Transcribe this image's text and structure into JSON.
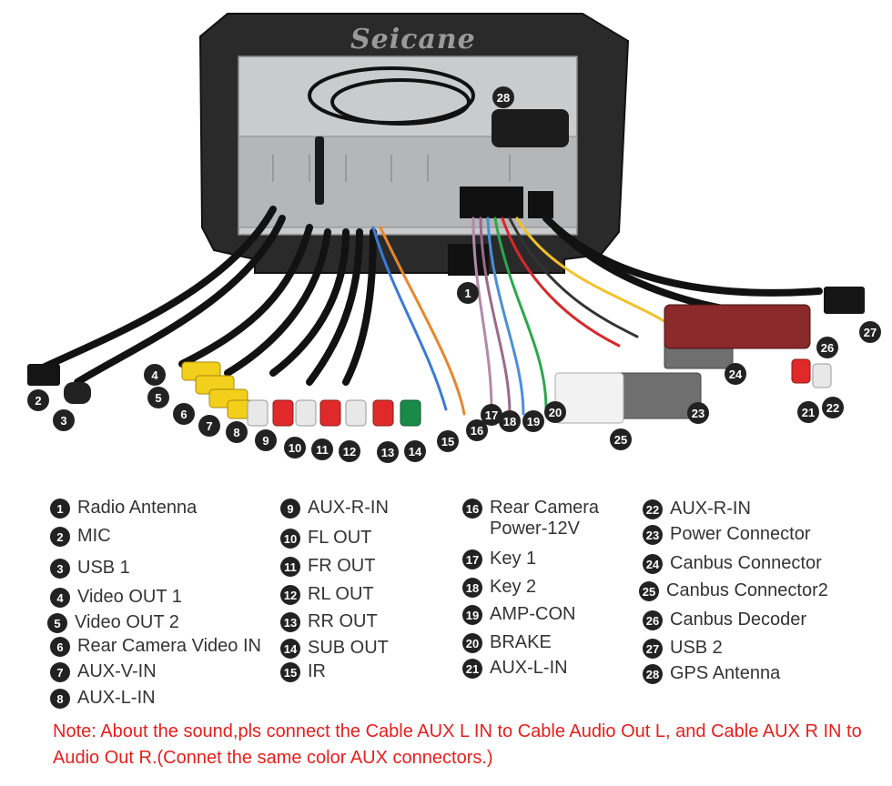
{
  "brand": "Seicane",
  "colors": {
    "note": "#e5201c",
    "marker": "#222222"
  },
  "legend": [
    {
      "num": "1",
      "label": "Radio Antenna"
    },
    {
      "num": "2",
      "label": "MIC"
    },
    {
      "num": "3",
      "label": "USB 1"
    },
    {
      "num": "4",
      "label": "Video OUT 1"
    },
    {
      "num": "5",
      "label": "Video OUT 2"
    },
    {
      "num": "6",
      "label": "Rear Camera Video IN"
    },
    {
      "num": "7",
      "label": "AUX-V-IN"
    },
    {
      "num": "8",
      "label": "AUX-L-IN"
    },
    {
      "num": "9",
      "label": "AUX-R-IN"
    },
    {
      "num": "10",
      "label": "FL OUT"
    },
    {
      "num": "11",
      "label": "FR OUT"
    },
    {
      "num": "12",
      "label": "RL OUT"
    },
    {
      "num": "13",
      "label": "RR OUT"
    },
    {
      "num": "14",
      "label": "SUB OUT"
    },
    {
      "num": "15",
      "label": "IR"
    },
    {
      "num": "16",
      "label": "Rear Camera\nPower-12V"
    },
    {
      "num": "17",
      "label": "Key 1"
    },
    {
      "num": "18",
      "label": "Key 2"
    },
    {
      "num": "19",
      "label": "AMP-CON"
    },
    {
      "num": "20",
      "label": "BRAKE"
    },
    {
      "num": "21",
      "label": "AUX-L-IN"
    },
    {
      "num": "22",
      "label": "AUX-R-IN"
    },
    {
      "num": "23",
      "label": "Power Connector"
    },
    {
      "num": "24",
      "label": "Canbus Connector"
    },
    {
      "num": "25",
      "label": "Canbus Connector2"
    },
    {
      "num": "26",
      "label": "Canbus Decoder"
    },
    {
      "num": "27",
      "label": "USB 2"
    },
    {
      "num": "28",
      "label": "GPS Antenna"
    }
  ],
  "note": "Note: About the sound,pls connect the Cable AUX L IN to Cable Audio Out L, and Cable AUX R IN to  Audio Out R.(Connet the same color AUX connectors.)"
}
